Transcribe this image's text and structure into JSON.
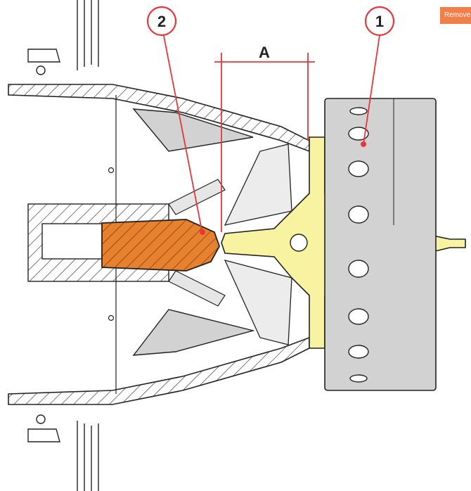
{
  "diagram": {
    "callouts": [
      {
        "label": "1"
      },
      {
        "label": "2"
      }
    ],
    "dimension": {
      "label": "A"
    }
  },
  "toolbar": {
    "remove_label": "Remove"
  },
  "colors": {
    "callout": "#e8353b",
    "yellow_part": "#f8f3a0",
    "orange_part": "#e8812e",
    "grey_part": "#d2d2d2",
    "outline": "#222222"
  }
}
